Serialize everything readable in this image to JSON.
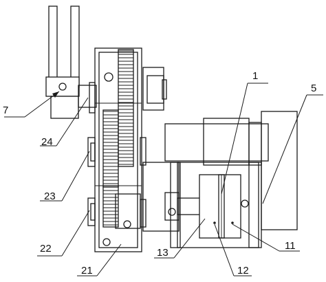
{
  "figure": {
    "reference_numerals": [
      {
        "id": "1",
        "text": "1"
      },
      {
        "id": "5",
        "text": "5"
      },
      {
        "id": "7",
        "text": "7"
      },
      {
        "id": "11",
        "text": "11"
      },
      {
        "id": "12",
        "text": "12"
      },
      {
        "id": "13",
        "text": "13"
      },
      {
        "id": "21",
        "text": "21"
      },
      {
        "id": "22",
        "text": "22"
      },
      {
        "id": "23",
        "text": "23"
      },
      {
        "id": "24",
        "text": "24"
      }
    ],
    "colors": {
      "line": "#1a1a1a",
      "background": "#ffffff"
    }
  }
}
